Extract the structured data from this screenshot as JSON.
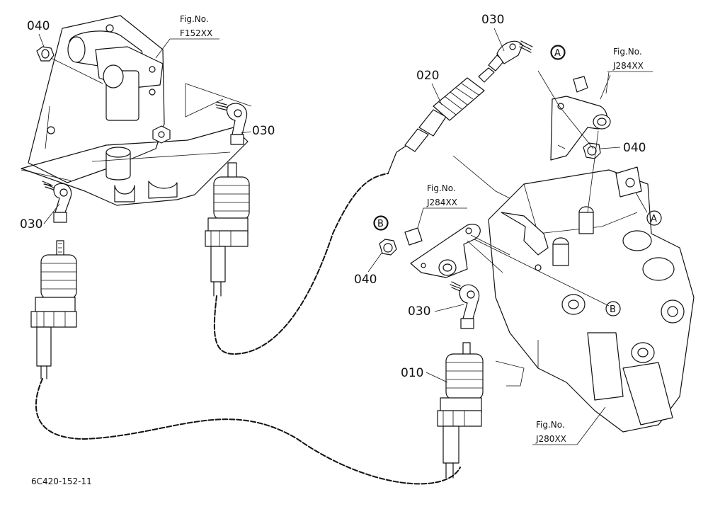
{
  "figure": {
    "drawing_code": "6C420-152-11"
  },
  "part_numbers": {
    "p010": "010",
    "p020": "020",
    "p030": "030",
    "p040": "040"
  },
  "fig_refs": {
    "label": "Fig.No.",
    "f152": "F152XX",
    "j284": "J284XX",
    "j280": "J280XX"
  },
  "markers": {
    "a": "A",
    "b": "B"
  }
}
